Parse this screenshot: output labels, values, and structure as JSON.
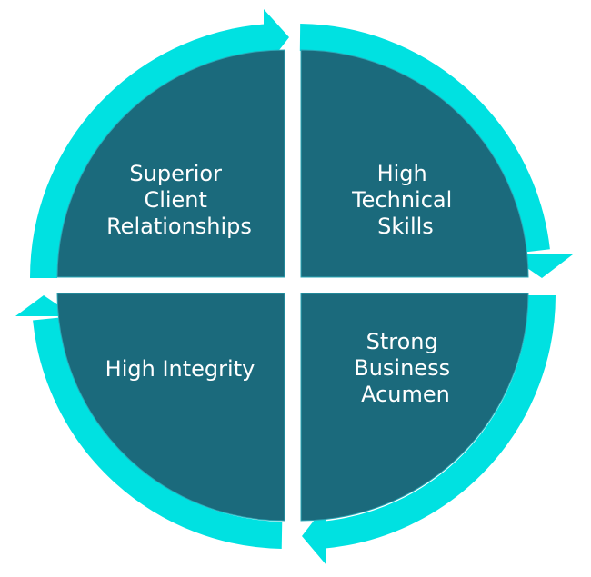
{
  "colors": {
    "background": "#ffffff",
    "ring": "#00e1e1",
    "quadrant_fill": "#1b6a7c",
    "quadrant_edge": "#2aa7b6",
    "label_text": "#ffffff"
  },
  "diagram": {
    "quadrants": [
      {
        "id": "top-left",
        "lines": [
          "Superior",
          "Client",
          "Relationships"
        ]
      },
      {
        "id": "top-right",
        "lines": [
          "High",
          "Technical",
          "Skills"
        ]
      },
      {
        "id": "bottom-left",
        "lines": [
          "High Integrity"
        ]
      },
      {
        "id": "bottom-right",
        "lines": [
          "Strong",
          "Business",
          "Acumen"
        ]
      }
    ]
  }
}
